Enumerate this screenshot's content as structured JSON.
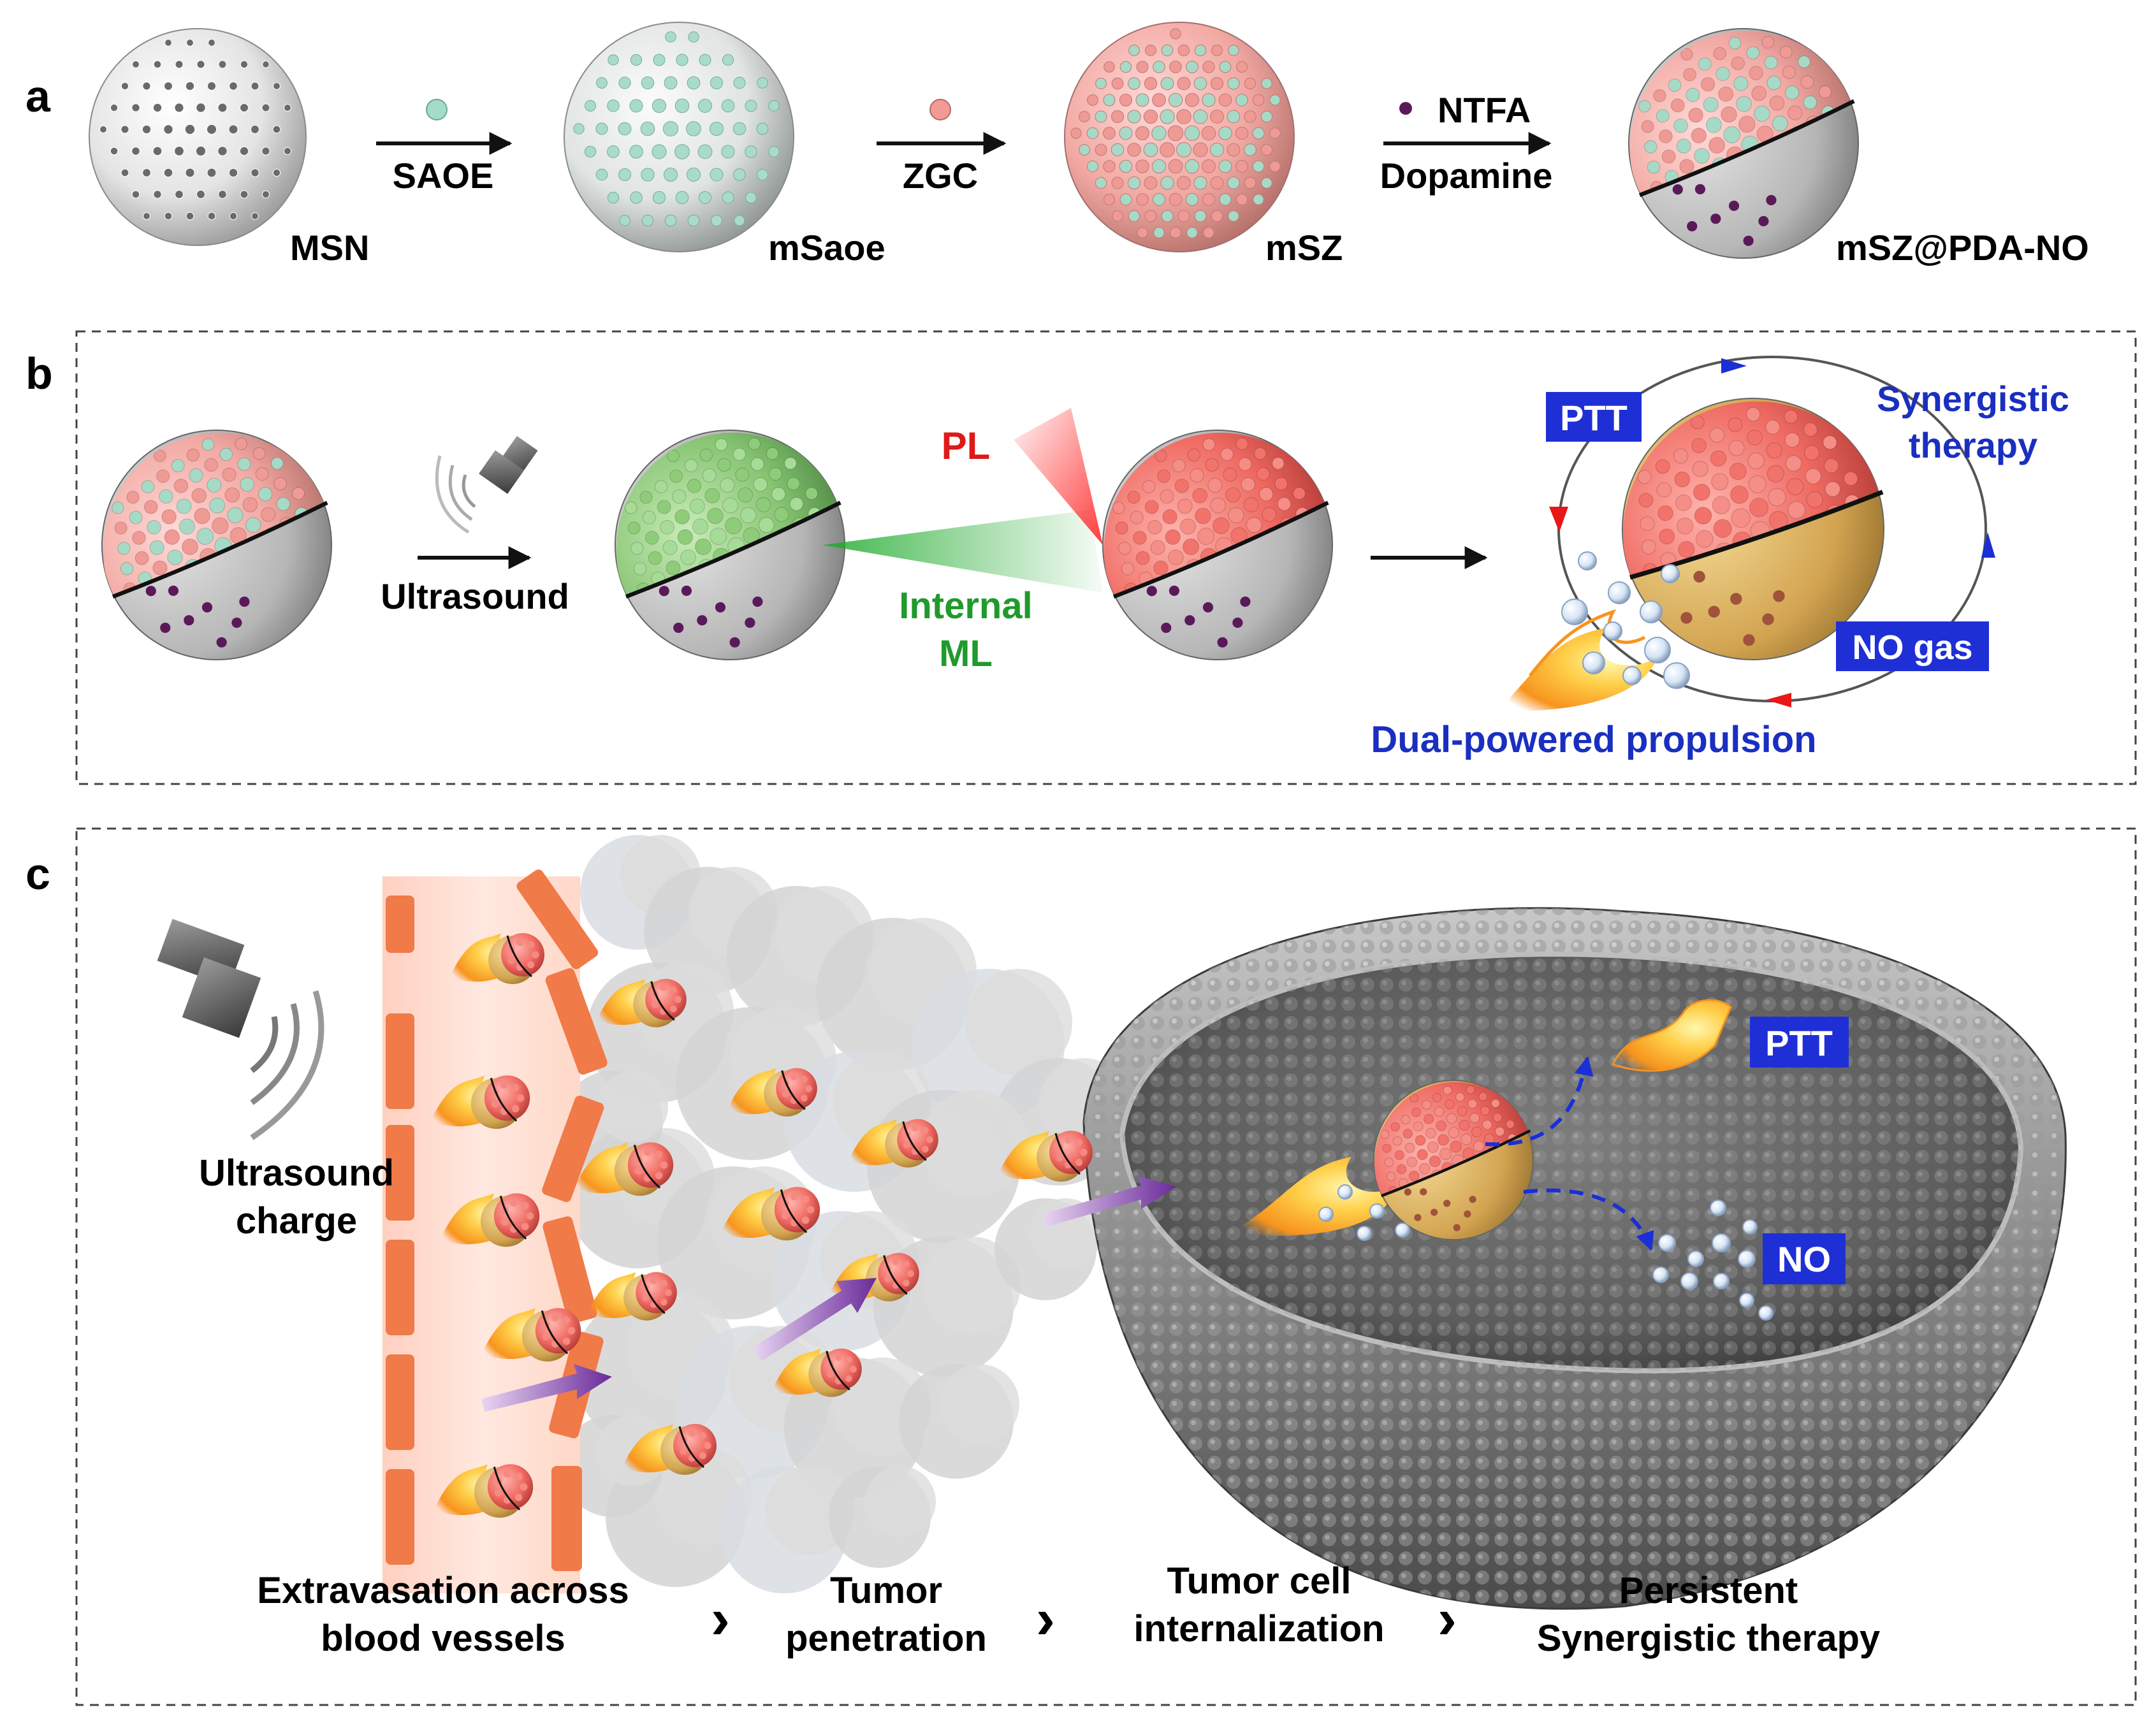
{
  "panels": {
    "a": {
      "letter": "a",
      "reagents": {
        "saoe": "SAOE",
        "zgc": "ZGC",
        "ntfa": "NTFA",
        "dopamine": "Dopamine"
      },
      "labels": {
        "msn": "MSN",
        "msaoe": "mSaoe",
        "msz": "mSZ",
        "mszpdano": "mSZ@PDA-NO"
      }
    },
    "b": {
      "letter": "b",
      "ultrasound": "Ultrasound",
      "pl": "PL",
      "internal_ml_line1": "Internal",
      "internal_ml_line2": "ML",
      "ptt": "PTT",
      "synergistic_line1": "Synergistic",
      "synergistic_line2": "therapy",
      "no_gas": "NO gas",
      "propulsion": "Dual-powered propulsion"
    },
    "c": {
      "letter": "c",
      "ultrasound_line1": "Ultrasound",
      "ultrasound_line2": "charge",
      "ptt": "PTT",
      "no": "NO",
      "steps": [
        {
          "line1": "Extravasation across",
          "line2": "blood vessels"
        },
        {
          "line1": "Tumor",
          "line2": "penetration"
        },
        {
          "line1": "Tumor cell",
          "line2": "internalization"
        },
        {
          "line1": "Persistent",
          "line2": "Synergistic therapy"
        }
      ],
      "separator": "›"
    }
  },
  "colors": {
    "text": "#111111",
    "blue_text": "#1a2fc0",
    "red_text": "#e01818",
    "green_text": "#1f9a2c",
    "label_box": "#1f2fd6",
    "sphere_red": "#ef8585",
    "sphere_teal": "#9fd8c4",
    "shell_grey": "#b9b9b9",
    "shell_gold": "#d8ad55",
    "vessel": "#f08050",
    "purple_dots": "#5a1a5a",
    "flame": "#f7a01e"
  }
}
